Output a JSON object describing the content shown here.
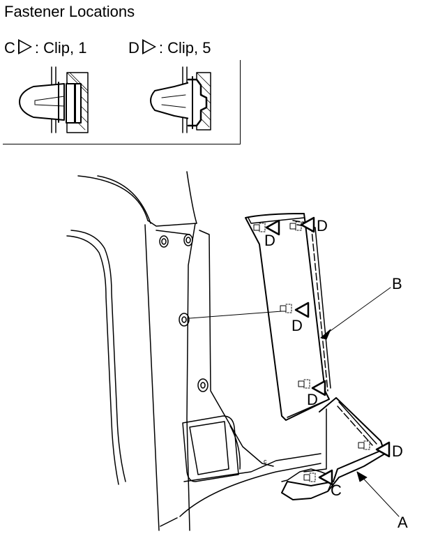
{
  "title": "Fastener Locations",
  "legend": {
    "c": {
      "letter": "C",
      "text": ": Clip, 1"
    },
    "d": {
      "letter": "D",
      "text": ": Clip, 5"
    }
  },
  "callouts": {
    "a": "A",
    "b": "B",
    "c": "C",
    "d": "D"
  }
}
